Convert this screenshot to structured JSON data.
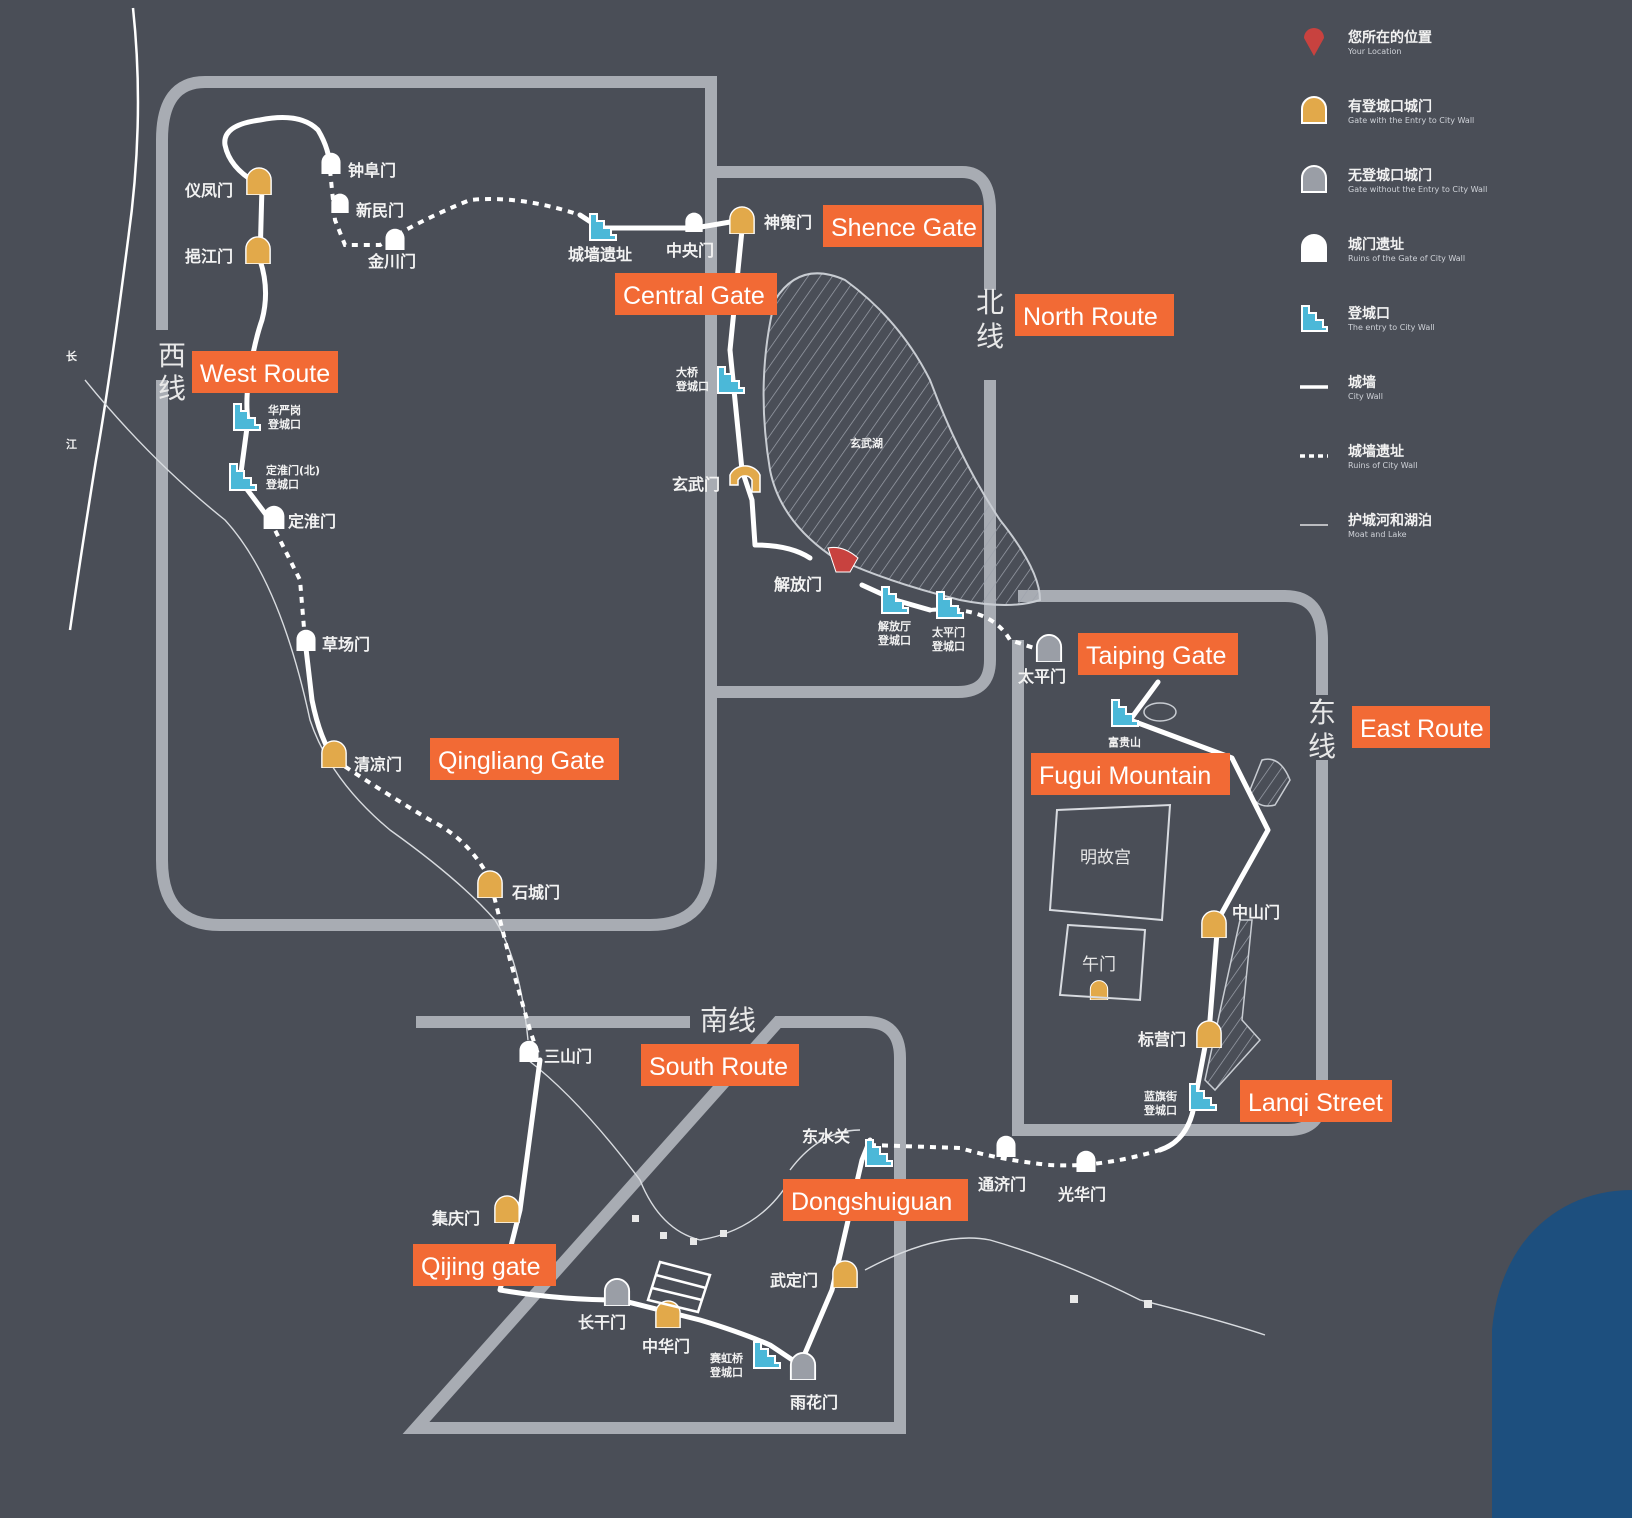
{
  "route_labels": {
    "west_cn": "西线",
    "west_en": "West Route",
    "north_cn": "北线",
    "north_en": "North Route",
    "east_cn": "东线",
    "east_en": "East Route",
    "south_cn": "南线",
    "south_en": "South Route"
  },
  "english_tags": {
    "shence_gate": "Shence Gate",
    "central_gate": "Central Gate",
    "qingliang_gate": "Qingliang Gate",
    "taiping_gate": "Taiping Gate",
    "fugui_mountain": "Fugui Mountain",
    "lanqi_street": "Lanqi Street",
    "dongshuiguan": "Dongshuiguan",
    "qijing_gate": "Qijing gate"
  },
  "places": {
    "yifengmen": "仪凤门",
    "yijiangmen": "挹江门",
    "zhongfumen": "钟阜门",
    "xinminmen": "新民门",
    "jinchuanmen": "金川门",
    "city_wall_ruins": "城墙遗址",
    "zhongyangmen": "中央门",
    "shencemen": "神策门",
    "daqiaoying": "大桥",
    "daqiaoying_2": "登城口",
    "xuanwumen": "玄武门",
    "jiefangmen": "解放门",
    "taipingmen": "太平门",
    "dingwaimen": "定淮门",
    "caochangmen": "草场门",
    "qingliangmen": "清凉门",
    "shichengmen": "石城门",
    "sanshanmen": "三山门",
    "jiqingmen": "集庆门",
    "changganmen": "长干门",
    "zhonghuamen": "中华门",
    "wudingmen": "武定门",
    "yuhuamen": "雨花门",
    "dongshuiguan": "东水关",
    "tongjimen": "通济门",
    "guanghuamen": "光华门",
    "zhongshanmen": "中山门",
    "biaoyingmen": "标营门",
    "fuguishan": "富贵山",
    "ming_palace": "明故宫",
    "wumen": "午门",
    "huayanggang": "华严岗",
    "huayanggang_2": "登城口",
    "dingwaimen_n": "定淮门(北)",
    "dingwaimen_n_2": "登城口",
    "jietingting": "解放厅",
    "jietingting_2": "登城口",
    "taipingmen_e": "太平门",
    "taipingmen_e_2": "登城口",
    "lanqi": "蓝旗街",
    "lanqi_2": "登城口",
    "saihongqiao": "赛虹桥",
    "saihongqiao_2": "登城口",
    "xuanwu_lake": "玄武湖",
    "changjiang_1": "长",
    "changjiang_2": "江"
  },
  "legend": [
    {
      "cn": "您所在的位置",
      "en": "Your Location",
      "icon": "location-pin-icon"
    },
    {
      "cn": "有登城口城门",
      "en": "Gate with the Entry to City Wall",
      "icon": "gate-yellow-icon"
    },
    {
      "cn": "无登城口城门",
      "en": "Gate without the Entry to City Wall",
      "icon": "gate-gray-icon"
    },
    {
      "cn": "城门遗址",
      "en": "Ruins of the Gate of City Wall",
      "icon": "gate-white-icon"
    },
    {
      "cn": "登城口",
      "en": "The entry to City Wall",
      "icon": "stairs-icon"
    },
    {
      "cn": "城墙",
      "en": "City Wall",
      "icon": "solid-line-icon"
    },
    {
      "cn": "城墙遗址",
      "en": "Ruins of City Wall",
      "icon": "dashed-line-icon"
    },
    {
      "cn": "护城河和湖泊",
      "en": "Moat and Lake",
      "icon": "thin-line-icon"
    }
  ],
  "colors": {
    "background": "#4a4e57",
    "tag": "#f26a35",
    "gate_yellow": "#e2a94a",
    "gate_gray": "#9a9ea6",
    "stairs": "#4bb8d8",
    "water": "#1d4f7e"
  }
}
